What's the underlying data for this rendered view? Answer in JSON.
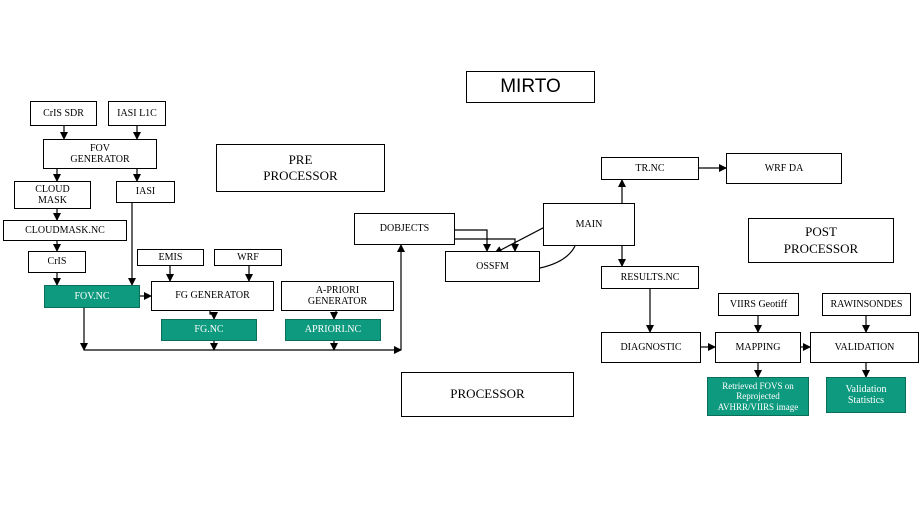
{
  "title": "MIRTO",
  "sections": {
    "pre": "PRE\nPROCESSOR",
    "processor": "PROCESSOR",
    "post": "POST\nPROCESSOR"
  },
  "nodes": {
    "cris_sdr": "CrIS SDR",
    "iasi_l1c": "IASI L1C",
    "fov_generator": "FOV\nGENERATOR",
    "cloud_mask": "CLOUD\nMASK",
    "iasi": "IASI",
    "cloudmask_nc": "CLOUDMASK.NC",
    "cris": "CrIS",
    "emis": "EMIS",
    "wrf": "WRF",
    "fov_nc": "FOV.NC",
    "fg_generator": "FG GENERATOR",
    "apriori_generator": "A-PRIORI\nGENERATOR",
    "fg_nc": "FG.NC",
    "apriori_nc": "APRIORI.NC",
    "dobjects": "DOBJECTS",
    "ossfm": "OSSFM",
    "main": "MAIN",
    "tr_nc": "TR.NC",
    "wrf_da": "WRF DA",
    "results_nc": "RESULTS.NC",
    "diagnostic": "DIAGNOSTIC",
    "viirs_geotiff": "VIIRS Geotiff",
    "rawinsondes": "RAWINSONDES",
    "mapping": "MAPPING",
    "validation": "VALIDATION",
    "retrieved_fovs": "Retrieved FOVS on\nReprojected\nAVHRR/VIIRS image",
    "validation_statistics": "Validation\nStatistics"
  },
  "colors": {
    "output_fill": "#0e9a7f",
    "box_border": "#000000",
    "line": "#000000"
  }
}
